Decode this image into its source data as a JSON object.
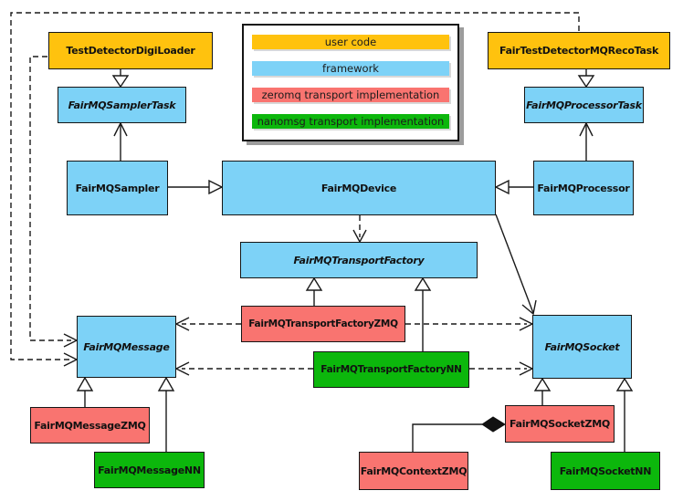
{
  "colors": {
    "user_code": "#FFC20E",
    "framework": "#7DD2F7",
    "zeromq": "#F97470",
    "nanomsg": "#0CB70C",
    "line": "#1a1a1a",
    "background": "#FFFFFF"
  },
  "legend": {
    "items": [
      {
        "label": "user code",
        "category": "user_code"
      },
      {
        "label": "framework",
        "category": "framework"
      },
      {
        "label": "zeromq transport implementation",
        "category": "zeromq"
      },
      {
        "label": "nanomsg transport implementation",
        "category": "nanomsg"
      }
    ]
  },
  "nodes": {
    "test_detector_digi_loader": {
      "label": "TestDetectorDigiLoader",
      "category": "user_code",
      "abstract": false
    },
    "fair_test_detector_mq_reco_task": {
      "label": "FairTestDetectorMQRecoTask",
      "category": "user_code",
      "abstract": false
    },
    "fairmq_sampler_task": {
      "label": "FairMQSamplerTask",
      "category": "framework",
      "abstract": true
    },
    "fairmq_processor_task": {
      "label": "FairMQProcessorTask",
      "category": "framework",
      "abstract": true
    },
    "fairmq_sampler": {
      "label": "FairMQSampler",
      "category": "framework",
      "abstract": false
    },
    "fairmq_device": {
      "label": "FairMQDevice",
      "category": "framework",
      "abstract": false
    },
    "fairmq_processor": {
      "label": "FairMQProcessor",
      "category": "framework",
      "abstract": false
    },
    "fairmq_transport_factory": {
      "label": "FairMQTransportFactory",
      "category": "framework",
      "abstract": true
    },
    "fairmq_transport_factory_zmq": {
      "label": "FairMQTransportFactoryZMQ",
      "category": "zeromq",
      "abstract": false
    },
    "fairmq_transport_factory_nn": {
      "label": "FairMQTransportFactoryNN",
      "category": "nanomsg",
      "abstract": false
    },
    "fairmq_message": {
      "label": "FairMQMessage",
      "category": "framework",
      "abstract": true
    },
    "fairmq_socket": {
      "label": "FairMQSocket",
      "category": "framework",
      "abstract": true
    },
    "fairmq_message_zmq": {
      "label": "FairMQMessageZMQ",
      "category": "zeromq",
      "abstract": false
    },
    "fairmq_message_nn": {
      "label": "FairMQMessageNN",
      "category": "nanomsg",
      "abstract": false
    },
    "fairmq_context_zmq": {
      "label": "FairMQContextZMQ",
      "category": "zeromq",
      "abstract": false
    },
    "fairmq_socket_zmq": {
      "label": "FairMQSocketZMQ",
      "category": "zeromq",
      "abstract": false
    },
    "fairmq_socket_nn": {
      "label": "FairMQSocketNN",
      "category": "nanomsg",
      "abstract": false
    }
  },
  "edges": [
    {
      "from": "test_detector_digi_loader",
      "to": "fairmq_sampler_task",
      "type": "generalization"
    },
    {
      "from": "fair_test_detector_mq_reco_task",
      "to": "fairmq_processor_task",
      "type": "generalization"
    },
    {
      "from": "fairmq_sampler",
      "to": "fairmq_sampler_task",
      "type": "association"
    },
    {
      "from": "fairmq_processor",
      "to": "fairmq_processor_task",
      "type": "association"
    },
    {
      "from": "fairmq_sampler",
      "to": "fairmq_device",
      "type": "generalization"
    },
    {
      "from": "fairmq_processor",
      "to": "fairmq_device",
      "type": "generalization"
    },
    {
      "from": "fairmq_device",
      "to": "fairmq_transport_factory",
      "type": "dependency"
    },
    {
      "from": "fairmq_device",
      "to": "fairmq_socket",
      "type": "association"
    },
    {
      "from": "fairmq_transport_factory_zmq",
      "to": "fairmq_transport_factory",
      "type": "generalization"
    },
    {
      "from": "fairmq_transport_factory_nn",
      "to": "fairmq_transport_factory",
      "type": "generalization"
    },
    {
      "from": "fairmq_transport_factory_zmq",
      "to": "fairmq_message",
      "type": "dependency"
    },
    {
      "from": "fairmq_transport_factory_zmq",
      "to": "fairmq_socket",
      "type": "dependency"
    },
    {
      "from": "fairmq_transport_factory_nn",
      "to": "fairmq_message",
      "type": "dependency"
    },
    {
      "from": "fairmq_transport_factory_nn",
      "to": "fairmq_socket",
      "type": "dependency"
    },
    {
      "from": "fair_test_detector_mq_reco_task",
      "to": "fairmq_message",
      "type": "dependency"
    },
    {
      "from": "test_detector_digi_loader",
      "to": "fairmq_message",
      "type": "dependency"
    },
    {
      "from": "fairmq_message_zmq",
      "to": "fairmq_message",
      "type": "generalization"
    },
    {
      "from": "fairmq_message_nn",
      "to": "fairmq_message",
      "type": "generalization"
    },
    {
      "from": "fairmq_socket_zmq",
      "to": "fairmq_socket",
      "type": "generalization"
    },
    {
      "from": "fairmq_socket_nn",
      "to": "fairmq_socket",
      "type": "generalization"
    },
    {
      "from": "fairmq_socket_zmq",
      "to": "fairmq_context_zmq",
      "type": "composition"
    }
  ]
}
